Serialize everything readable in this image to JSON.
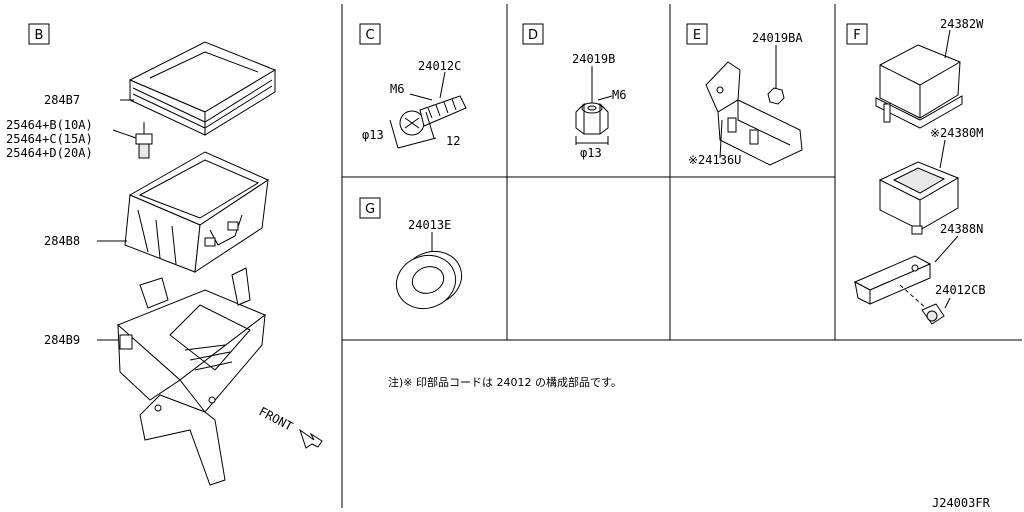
{
  "sections": {
    "B": "B",
    "C": "C",
    "D": "D",
    "E": "E",
    "F": "F",
    "G": "G"
  },
  "labels": {
    "p28487": "284B7",
    "p25464b": "25464+B(10A)",
    "p25464c": "25464+C(15A)",
    "p25464d": "25464+D(20A)",
    "p28488": "284B8",
    "p28489": "284B9",
    "front": "FRONT",
    "p24012c": "24012C",
    "c_m6": "M6",
    "c_d13": "φ13",
    "c_12": "12",
    "p24019b": "24019B",
    "d_m6": "M6",
    "d_d13": "φ13",
    "p24019ba": "24019BA",
    "p24136u": "※24136U",
    "p24382w": "24382W",
    "p24380m": "※24380M",
    "p24388n": "24388N",
    "p24012cb": "24012CB",
    "p24013e": "24013E"
  },
  "note": "注)※ 印部品コードは 24012 の構成部品です。",
  "diagram_code": "J24003FR"
}
